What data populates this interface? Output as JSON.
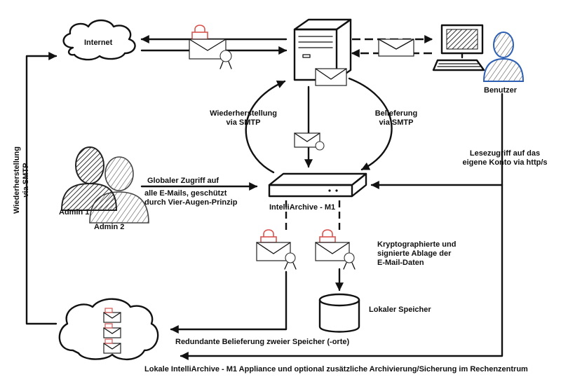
{
  "labels": {
    "internet": "Internet",
    "benutzer": "Benutzer",
    "wiederherstellung_top_1": "Wiederherstellung",
    "wiederherstellung_top_2": "via SMTP",
    "belieferung_1": "Belieferung",
    "belieferung_2": "via SMTP",
    "lesezugriff_1": "Lesezugriff auf das",
    "lesezugriff_2": "eigene Konto via http/s",
    "globaler_1": "Globaler Zugriff auf",
    "globaler_2": "alle E-Mails, geschützt",
    "globaler_3": "durch Vier-Augen-Prinzip",
    "admin1": "Admin 1",
    "admin2": "Admin 2",
    "appliance": "IntelliArchive - M1",
    "krypto_1": "Kryptographierte und",
    "krypto_2": "signierte Ablage der",
    "krypto_3": "E-Mail-Daten",
    "lokaler_speicher": "Lokaler Speicher",
    "redundante": "Redundante Belieferung zweier Speicher (-orte)",
    "bottom_caption": "Lokale IntelliArchive - M1 Appliance und optional zusätzliche Archivierung/Sicherung im Rechenzentrum",
    "wiederherstellung_side_1": "Wiederherstellung",
    "wiederherstellung_side_2": "via SMTP"
  },
  "colors": {
    "ink": "#111111",
    "lock": "#d9534f",
    "user_outline": "#2c5fb3"
  }
}
